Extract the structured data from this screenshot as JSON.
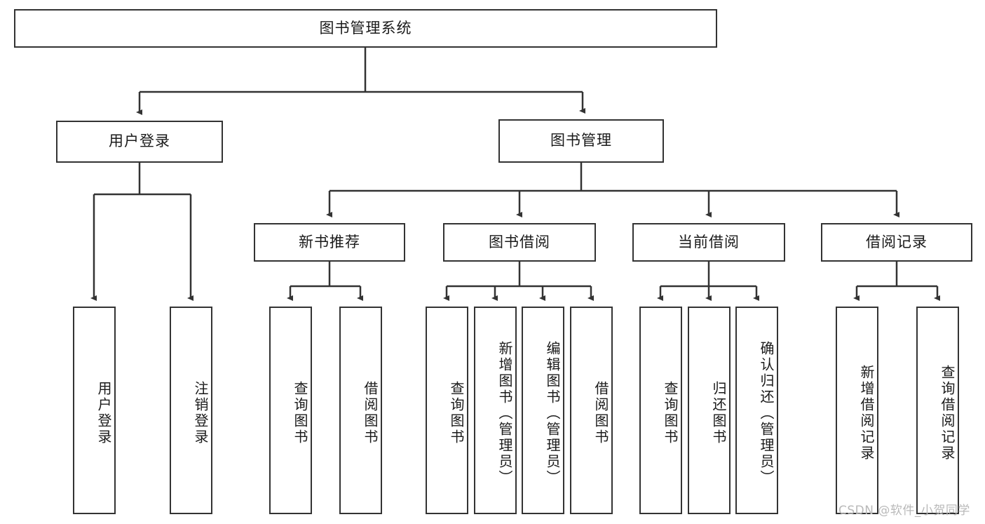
{
  "diagram": {
    "title_node": {
      "label": "图书管理系统"
    },
    "level2": [
      {
        "id": "user-login",
        "label": "用户登录"
      },
      {
        "id": "book-management",
        "label": "图书管理"
      }
    ],
    "level3": [
      {
        "id": "new-book-recommend",
        "label": "新书推荐"
      },
      {
        "id": "book-borrow",
        "label": "图书借阅"
      },
      {
        "id": "current-borrow",
        "label": "当前借阅"
      },
      {
        "id": "borrow-record",
        "label": "借阅记录"
      }
    ],
    "leaves": [
      {
        "id": "leaf-user-login",
        "label": "用户登录"
      },
      {
        "id": "leaf-logout-login",
        "label": "注销登录"
      },
      {
        "id": "leaf-query-book-1",
        "label": "查询图书"
      },
      {
        "id": "leaf-borrow-book-1",
        "label": "借阅图书"
      },
      {
        "id": "leaf-query-book-2",
        "label": "查询图书"
      },
      {
        "id": "leaf-add-book",
        "label": "新增图书（管理员）"
      },
      {
        "id": "leaf-edit-book",
        "label": "编辑图书（管理员）"
      },
      {
        "id": "leaf-borrow-book-2",
        "label": "借阅图书"
      },
      {
        "id": "leaf-query-book-3",
        "label": "查询图书"
      },
      {
        "id": "leaf-return-book",
        "label": "归还图书"
      },
      {
        "id": "leaf-confirm-return",
        "label": "确认归还（管理员）"
      },
      {
        "id": "leaf-add-record",
        "label": "新增借阅记录"
      },
      {
        "id": "leaf-query-record",
        "label": "查询借阅记录"
      }
    ],
    "watermark": "CSDN @软件_小贺同学",
    "colors": {
      "border": "#333333",
      "background": "#ffffff",
      "text": "#1a1a1a",
      "watermark": "#b9b9b9"
    }
  },
  "chart_data": {
    "type": "table",
    "title": "图书管理系统 功能结构图",
    "root": "图书管理系统",
    "tree": [
      {
        "node": "用户登录",
        "children": [
          "用户登录",
          "注销登录"
        ]
      },
      {
        "node": "图书管理",
        "children": [
          {
            "node": "新书推荐",
            "children": [
              "查询图书",
              "借阅图书"
            ]
          },
          {
            "node": "图书借阅",
            "children": [
              "查询图书",
              "新增图书（管理员）",
              "编辑图书（管理员）",
              "借阅图书"
            ]
          },
          {
            "node": "当前借阅",
            "children": [
              "查询图书",
              "归还图书",
              "确认归还（管理员）"
            ]
          },
          {
            "node": "借阅记录",
            "children": [
              "新增借阅记录",
              "查询借阅记录"
            ]
          }
        ]
      }
    ]
  }
}
